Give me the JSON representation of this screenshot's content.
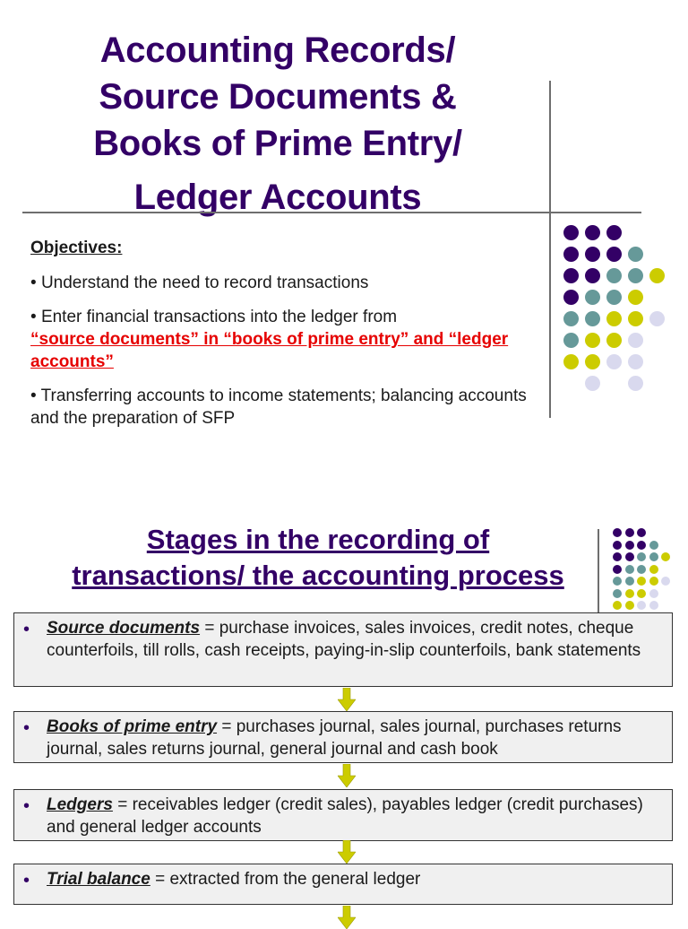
{
  "slide1": {
    "title_lines": [
      "Accounting Records/",
      "Source Documents &",
      "Books of Prime Entry/",
      "Ledger Accounts"
    ],
    "objectives_heading": "Objectives:",
    "objectives": [
      {
        "bullet": "•",
        "text": "Understand the need to record transactions"
      },
      {
        "bullet": "•",
        "text": "Enter financial transactions into the ledger from",
        "highlight": "“source documents” in “books of prime entry” and “ledger accounts”"
      },
      {
        "bullet": "•",
        "text": "Transferring accounts to income statements; balancing accounts and the preparation of SFP"
      }
    ]
  },
  "slide2": {
    "title_lines": [
      "Stages in the recording of",
      "transactions/ the accounting process"
    ],
    "stages": [
      {
        "term": "Source documents",
        "sep": " = ",
        "desc": "purchase invoices, sales invoices, credit notes, cheque counterfoils, till rolls, cash receipts, paying-in-slip counterfoils, bank statements"
      },
      {
        "term": "Books of prime entry",
        "sep": " = ",
        "desc": "purchases journal, sales journal, purchases returns journal, sales returns journal, general journal and cash book"
      },
      {
        "term": "Ledgers",
        "sep": " = ",
        "desc": "receivables ledger (credit sales), payables ledger (credit purchases) and general ledger accounts"
      },
      {
        "term": "Trial balance",
        "sep": " = ",
        "desc": "extracted from the general ledger"
      }
    ],
    "stage_bullet": "•"
  },
  "colors": {
    "title": "#330066",
    "highlight_red": "#e60000",
    "dot_purple": "#330066",
    "dot_teal": "#669999",
    "dot_yellow": "#cccc00",
    "dot_lavender": "#d9d9ee",
    "arrow": "#cccc00",
    "box_bg": "#f0f0f0"
  },
  "dot_grid": [
    "PPP__",
    "PPPT_",
    "PPTTY",
    "PTTY_",
    "TTYYL",
    "TYYL_",
    "YYLL_",
    "_L_L_"
  ]
}
